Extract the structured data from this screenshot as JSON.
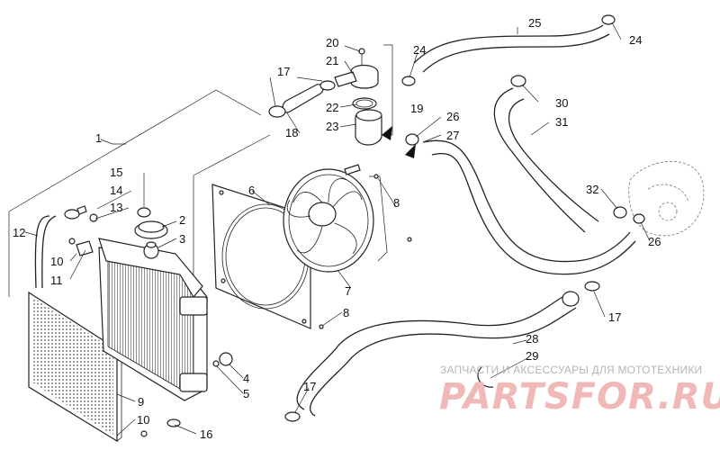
{
  "callouts": [
    {
      "id": "1",
      "text": "1"
    },
    {
      "id": "2",
      "text": "2"
    },
    {
      "id": "3",
      "text": "3"
    },
    {
      "id": "4",
      "text": "4"
    },
    {
      "id": "5",
      "text": "5"
    },
    {
      "id": "6",
      "text": "6"
    },
    {
      "id": "7",
      "text": "7"
    },
    {
      "id": "8a",
      "text": "8"
    },
    {
      "id": "8b",
      "text": "8"
    },
    {
      "id": "9",
      "text": "9"
    },
    {
      "id": "10a",
      "text": "10"
    },
    {
      "id": "10b",
      "text": "10"
    },
    {
      "id": "11",
      "text": "11"
    },
    {
      "id": "12",
      "text": "12"
    },
    {
      "id": "13",
      "text": "13"
    },
    {
      "id": "14",
      "text": "14"
    },
    {
      "id": "15",
      "text": "15"
    },
    {
      "id": "16",
      "text": "16"
    },
    {
      "id": "17a",
      "text": "17"
    },
    {
      "id": "17b",
      "text": "17"
    },
    {
      "id": "17c",
      "text": "17"
    },
    {
      "id": "18",
      "text": "18"
    },
    {
      "id": "19",
      "text": "19"
    },
    {
      "id": "20",
      "text": "20"
    },
    {
      "id": "21",
      "text": "21"
    },
    {
      "id": "22",
      "text": "22"
    },
    {
      "id": "23",
      "text": "23"
    },
    {
      "id": "24a",
      "text": "24"
    },
    {
      "id": "24b",
      "text": "24"
    },
    {
      "id": "25",
      "text": "25"
    },
    {
      "id": "26a",
      "text": "26"
    },
    {
      "id": "26b",
      "text": "26"
    },
    {
      "id": "27",
      "text": "27"
    },
    {
      "id": "28",
      "text": "28"
    },
    {
      "id": "29",
      "text": "29"
    },
    {
      "id": "30",
      "text": "30"
    },
    {
      "id": "31",
      "text": "31"
    },
    {
      "id": "32",
      "text": "32"
    }
  ],
  "watermark": {
    "tagline": "ЗАПЧАСТИ И АКСЕССУАРЫ ДЛЯ МОТОТЕХНИКИ",
    "brand": "PARTSFOR.RU",
    "color": "#f1b8b8"
  }
}
